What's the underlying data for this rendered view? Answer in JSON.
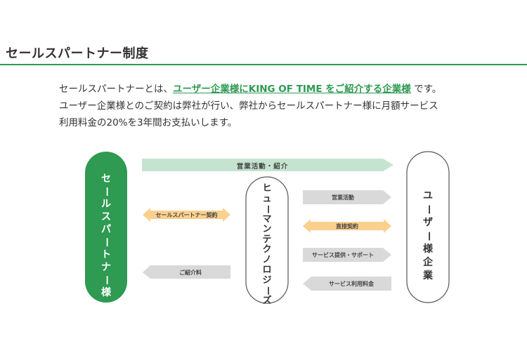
{
  "page_title": "セールスパートナー制度",
  "intro": {
    "line1_before": "セールスパートナーとは、",
    "line1_highlight": "ユーザー企業様にKING OF TIME をご紹介する企業様",
    "line1_after": " です。",
    "line2": "ユーザー企業様とのご契約は弊社が行い、弊社からセールスパートナー様に月額サービス",
    "line3": "利用料金の20%を3年間お支払いします。"
  },
  "diagram": {
    "partner_label": "セールスパートナー様",
    "hitomane_label": "ヒューマンテクノロジーズ",
    "user_label": "ユーザー様企業",
    "arrows": {
      "top": "営業活動・紹介",
      "partner_contract": "セールスパートナー契約",
      "referral_fee": "ご紹介料",
      "sales_activity": "営業活動",
      "direct_contract": "直接契約",
      "service_support": "サービス提供・サポート",
      "service_fee": "サービス利用料金"
    }
  },
  "colors": {
    "brand_green": "#2e9a52",
    "light_green_arrow": "#c5e4cf",
    "orange_arrow": "#fbd08e",
    "gray_arrow": "#d9d9d9"
  }
}
